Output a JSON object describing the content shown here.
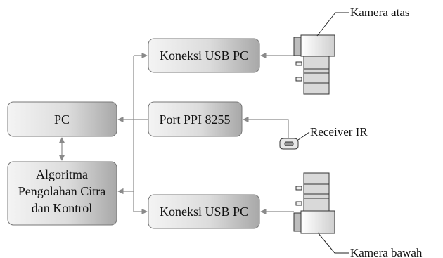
{
  "boxes": {
    "pc": "PC",
    "algo_line1": "Algoritma",
    "algo_line2": "Pengolahan Citra",
    "algo_line3": "dan Kontrol",
    "usb_top": "Koneksi USB PC",
    "ppi": "Port PPI 8255",
    "usb_bottom": "Koneksi USB PC"
  },
  "labels": {
    "camera_top": "Kamera atas",
    "receiver": "Receiver IR",
    "camera_bottom": "Kamera bawah"
  },
  "colors": {
    "box_gradient_start": "#f2f2f2",
    "box_gradient_end": "#a9a9a9",
    "connector": "#8a8a8a"
  }
}
